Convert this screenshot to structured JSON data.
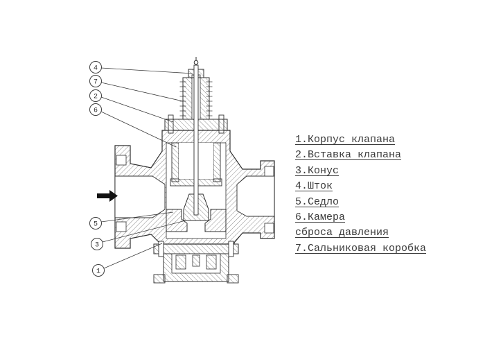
{
  "legend": {
    "lines": [
      {
        "text": "1.Корпус клапана"
      },
      {
        "text": "2.Вставка клапана"
      },
      {
        "text": "3.Конус"
      },
      {
        "text": "4.Шток"
      },
      {
        "text": "5.Седло"
      },
      {
        "text": "6.Камера"
      },
      {
        "text": "сброса давления"
      },
      {
        "text": "7.Сальниковая коробка"
      }
    ]
  },
  "callouts": [
    {
      "id": "4"
    },
    {
      "id": "7"
    },
    {
      "id": "2"
    },
    {
      "id": "6"
    },
    {
      "id": "5"
    },
    {
      "id": "3"
    },
    {
      "id": "1"
    }
  ],
  "icons": {
    "flow_arrow": "right-arrow"
  },
  "colors": {
    "line": "#2f2f2f",
    "hatch": "#555555",
    "text": "#3a3a3a",
    "background": "#ffffff"
  }
}
